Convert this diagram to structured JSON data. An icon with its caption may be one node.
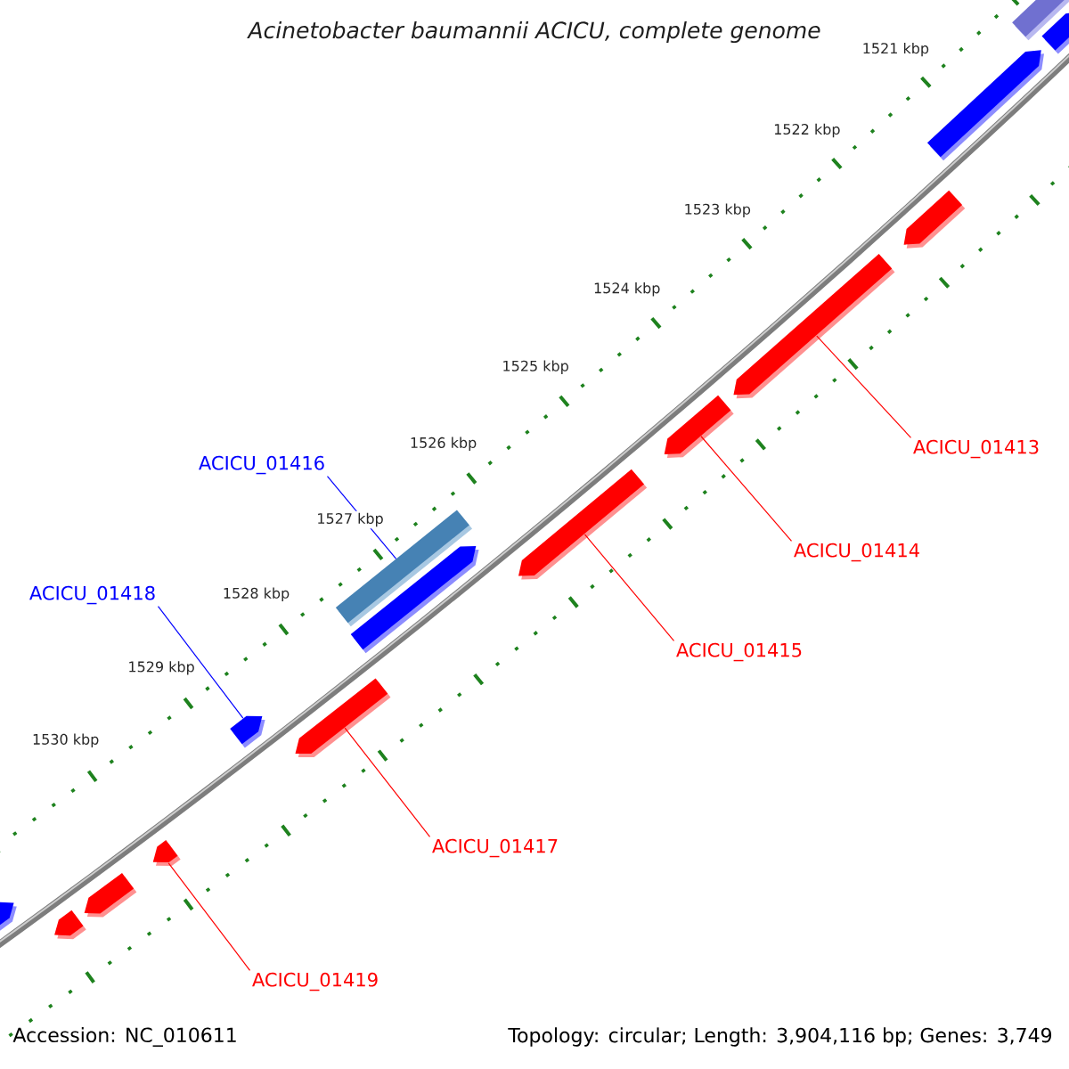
{
  "diagram": {
    "title": "Acinetobacter baumannii ACICU, complete genome",
    "nodes": [
      {
        "text": [
          "ACICU_01413"
        ]
      },
      {
        "text": [
          "ACICU_01416"
        ]
      },
      {
        "text": [
          "ACICU_01414"
        ]
      },
      {
        "text": [
          "ACICU_01418"
        ]
      },
      {
        "text": [
          "ACICU_01415"
        ]
      },
      {
        "text": [
          "ACICU_01417"
        ]
      },
      {
        "text": [
          "ACICU_01419"
        ]
      },
      {
        "text": [],
        "shape": "box"
      },
      {
        "text": [],
        "shape": "pentagon"
      },
      {
        "text": [],
        "shape": "pentagon"
      },
      {
        "text": [],
        "shape": "pentagon"
      },
      {
        "text": [],
        "shape": "pentagon"
      },
      {
        "text": [],
        "shape": "pentagon"
      },
      {
        "text": [],
        "shape": "pentagon"
      },
      {
        "text": [],
        "shape": "box"
      },
      {
        "text": [],
        "shape": "pentagon"
      },
      {
        "text": [],
        "shape": "pentagon"
      },
      {
        "text": [],
        "shape": "pentagon"
      },
      {
        "text": [],
        "shape": "pentagon"
      },
      {
        "text": [],
        "shape": "pentagon"
      },
      {
        "text": [],
        "shape": "pentagon"
      },
      {
        "text": [],
        "shape": "pentagon"
      }
    ],
    "edges": [
      {
        "from": 0,
        "to": 11,
        "arrow": "none"
      },
      {
        "from": 1,
        "to": 14,
        "arrow": "none",
        "color": "#0000ff"
      },
      {
        "from": 2,
        "to": 12,
        "arrow": "none"
      },
      {
        "from": 3,
        "to": 17,
        "arrow": "none",
        "color": "#0000ff"
      },
      {
        "from": 4,
        "to": 13,
        "arrow": "none"
      },
      {
        "from": 5,
        "to": 16,
        "arrow": "none"
      },
      {
        "from": 6,
        "to": 18,
        "arrow": "none"
      }
    ],
    "labels": [
      "1521 kbp",
      "1522 kbp",
      "1523 kbp",
      "1524 kbp",
      "1525 kbp",
      "1526 kbp",
      "1527 kbp",
      "1528 kbp",
      "1529 kbp",
      "1530 kbp",
      "Accession: NC_010611",
      "Topology: circular; Length: 3,904,116 bp; Genes: 3,749"
    ]
  }
}
